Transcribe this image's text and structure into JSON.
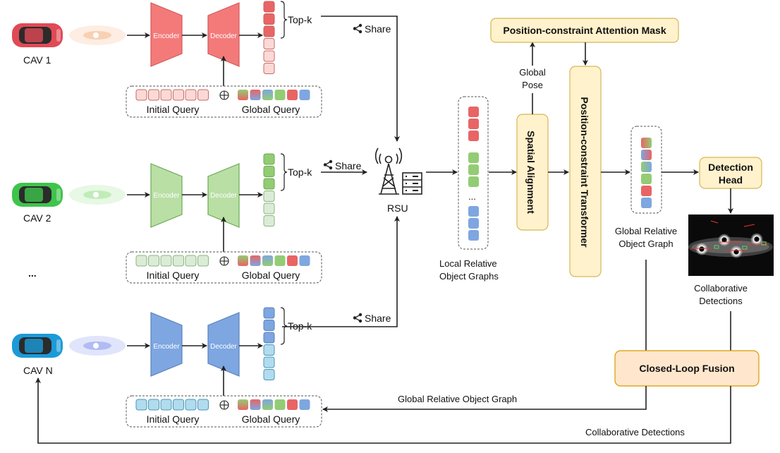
{
  "branches": [
    {
      "name": "CAV 1",
      "theme": "red",
      "car_color": "#e04a55",
      "encoder_fill": "#f47a7a",
      "encoder_stroke": "#d15a5a",
      "encoder_label": "Encoder",
      "decoder_label": "Decoder",
      "topk_fill": "#e86565",
      "rest_fill": "#fbd9d6",
      "rest_stroke": "#c96a66",
      "init_fill": "#fbd9d6",
      "init_stroke": "#c96a66",
      "pc_color": "#f29a5c",
      "topk_label": "Top-k",
      "share_label": "Share",
      "initial_query_label": "Initial Query",
      "global_query_label": "Global Query"
    },
    {
      "name": "CAV 2",
      "theme": "green",
      "car_color": "#3fc44b",
      "encoder_fill": "#b9dfa5",
      "encoder_stroke": "#6aaa52",
      "encoder_label": "Encoder",
      "decoder_label": "Decoder",
      "topk_fill": "#93cc74",
      "rest_fill": "#dcebd8",
      "rest_stroke": "#8ab77c",
      "init_fill": "#dcebd8",
      "init_stroke": "#8ab77c",
      "pc_color": "#7ad86a",
      "topk_label": "Top-k",
      "share_label": "Share",
      "initial_query_label": "Initial Query",
      "global_query_label": "Global Query"
    },
    {
      "name": "CAV N",
      "theme": "blue",
      "car_color": "#1c9ad8",
      "encoder_fill": "#7ea6e0",
      "encoder_stroke": "#5a82bd",
      "encoder_label": "Encoder",
      "decoder_label": "Decoder",
      "topk_fill": "#7ea6e0",
      "rest_fill": "#b1dcee",
      "rest_stroke": "#4a96b8",
      "init_fill": "#b1dcee",
      "init_stroke": "#4a96b8",
      "pc_color": "#5a6ee8",
      "topk_label": "Top-k",
      "share_label": "Share",
      "initial_query_label": "Initial Query",
      "global_query_label": "Global Query"
    }
  ],
  "ellipsis": "...",
  "rsu": {
    "label": "RSU"
  },
  "local_graphs": {
    "label_line1": "Local Relative",
    "label_line2": "Object Graphs",
    "dots": "..."
  },
  "spatial_alignment": {
    "label": "Spatial Alignment"
  },
  "global_pose": {
    "line1": "Global",
    "line2": "Pose"
  },
  "attention_mask": {
    "label": "Position-constraint Attention Mask"
  },
  "pc_transformer": {
    "label": "Position-constraint Transformer"
  },
  "global_graph": {
    "label_line1": "Global Relative",
    "label_line2": "Object Graph"
  },
  "detection_head": {
    "line1": "Detection",
    "line2": "Head"
  },
  "collab_detections": {
    "line1": "Collaborative",
    "line2": "Detections"
  },
  "closed_loop": {
    "label": "Closed-Loop Fusion"
  },
  "feedback": {
    "graph_label": "Global Relative Object Graph",
    "detections_label": "Collaborative Detections"
  },
  "colors": {
    "red": "#e86565",
    "green": "#93cc74",
    "blue": "#7ea6e0",
    "module_fill": "#fff2cc",
    "module_stroke": "#d6b656",
    "fusion_fill": "#ffe6cc",
    "fusion_stroke": "#d79b00"
  }
}
